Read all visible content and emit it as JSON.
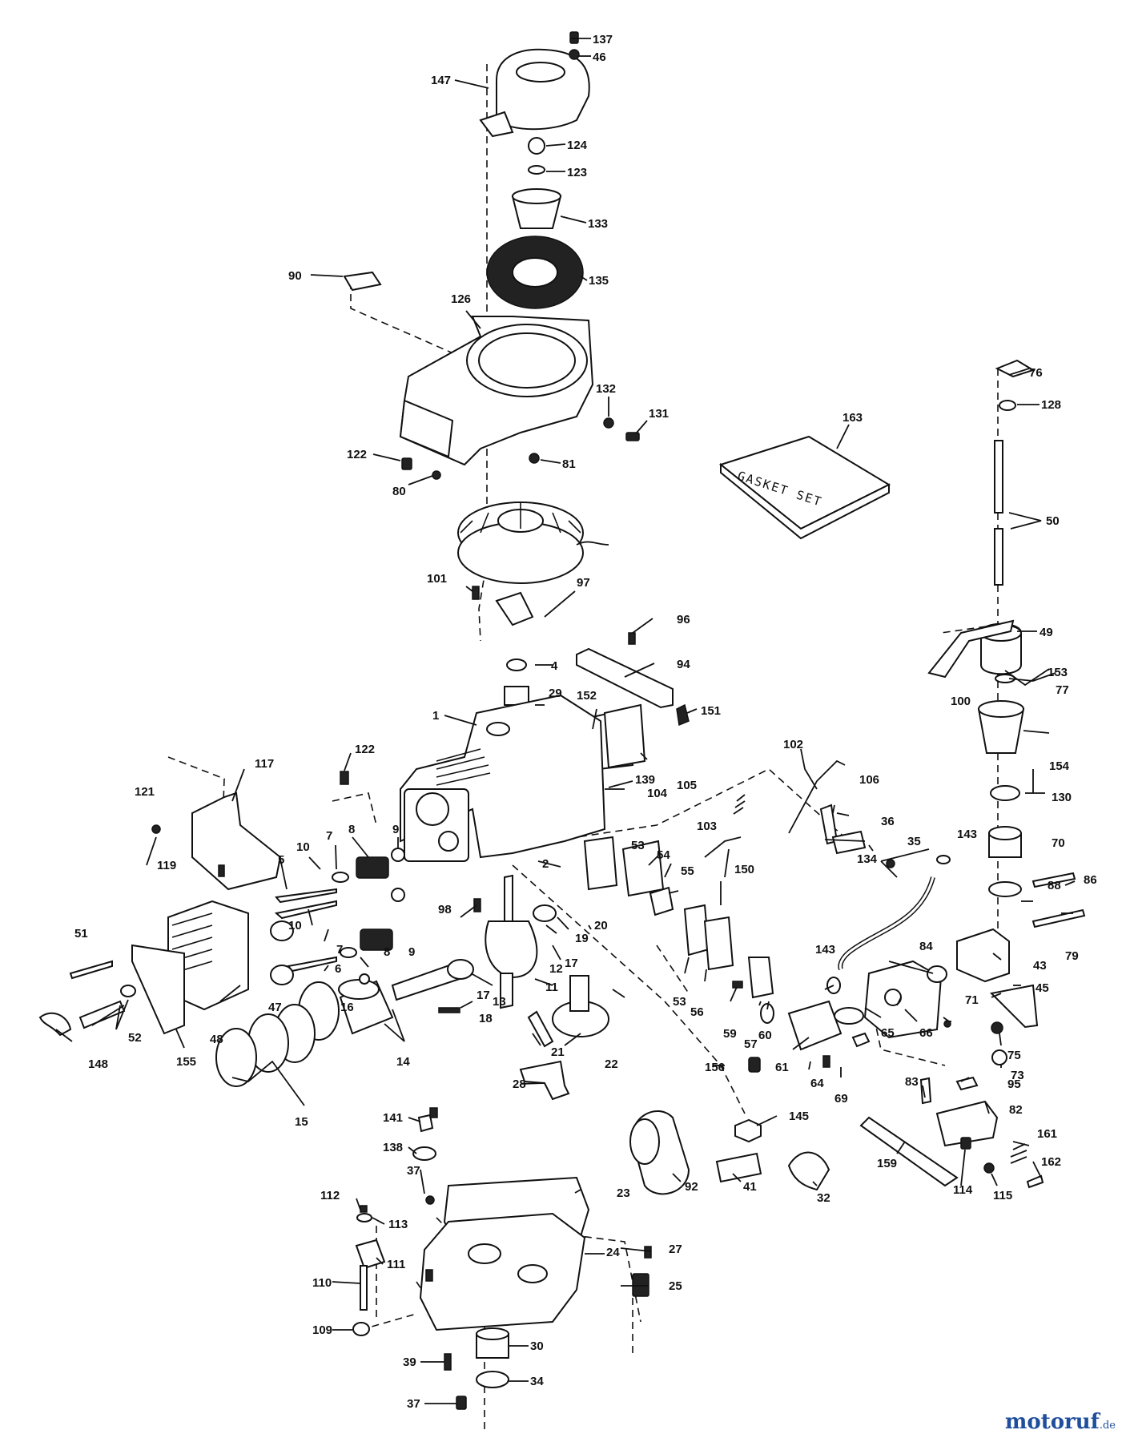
{
  "gasket_set_label": "GASKET SET",
  "watermark": {
    "brand": "motoruf",
    "tld": ".de"
  },
  "colors": {
    "line": "#111111",
    "background": "#ffffff",
    "watermark": "#1f4e9c"
  },
  "callouts": [
    {
      "id": "137",
      "text": "137"
    },
    {
      "id": "46",
      "text": "46"
    },
    {
      "id": "147",
      "text": "147"
    },
    {
      "id": "124",
      "text": "124"
    },
    {
      "id": "123",
      "text": "123"
    },
    {
      "id": "133",
      "text": "133"
    },
    {
      "id": "90",
      "text": "90"
    },
    {
      "id": "135",
      "text": "135"
    },
    {
      "id": "126",
      "text": "126"
    },
    {
      "id": "132",
      "text": "132"
    },
    {
      "id": "131",
      "text": "131"
    },
    {
      "id": "122a",
      "text": "122"
    },
    {
      "id": "81",
      "text": "81"
    },
    {
      "id": "80",
      "text": "80"
    },
    {
      "id": "163",
      "text": "163"
    },
    {
      "id": "76",
      "text": "76"
    },
    {
      "id": "128",
      "text": "128"
    },
    {
      "id": "50",
      "text": "50"
    },
    {
      "id": "101",
      "text": "101"
    },
    {
      "id": "97",
      "text": "97"
    },
    {
      "id": "96",
      "text": "96"
    },
    {
      "id": "49",
      "text": "49"
    },
    {
      "id": "4",
      "text": "4"
    },
    {
      "id": "94",
      "text": "94"
    },
    {
      "id": "153",
      "text": "153"
    },
    {
      "id": "29",
      "text": "29"
    },
    {
      "id": "152",
      "text": "152"
    },
    {
      "id": "151",
      "text": "151"
    },
    {
      "id": "102",
      "text": "102"
    },
    {
      "id": "100",
      "text": "100"
    },
    {
      "id": "77",
      "text": "77"
    },
    {
      "id": "1",
      "text": "1"
    },
    {
      "id": "117",
      "text": "117"
    },
    {
      "id": "122b",
      "text": "122"
    },
    {
      "id": "139",
      "text": "139"
    },
    {
      "id": "104",
      "text": "104"
    },
    {
      "id": "154",
      "text": "154"
    },
    {
      "id": "121",
      "text": "121"
    },
    {
      "id": "105",
      "text": "105"
    },
    {
      "id": "106",
      "text": "106"
    },
    {
      "id": "130",
      "text": "130"
    },
    {
      "id": "36",
      "text": "36"
    },
    {
      "id": "103",
      "text": "103"
    },
    {
      "id": "35",
      "text": "35"
    },
    {
      "id": "143a",
      "text": "143"
    },
    {
      "id": "70",
      "text": "70"
    },
    {
      "id": "119",
      "text": "119"
    },
    {
      "id": "10a",
      "text": "10"
    },
    {
      "id": "7a",
      "text": "7"
    },
    {
      "id": "8a",
      "text": "8"
    },
    {
      "id": "9a",
      "text": "9"
    },
    {
      "id": "5",
      "text": "5"
    },
    {
      "id": "2",
      "text": "2"
    },
    {
      "id": "53a",
      "text": "53"
    },
    {
      "id": "54",
      "text": "54"
    },
    {
      "id": "150",
      "text": "150"
    },
    {
      "id": "55",
      "text": "55"
    },
    {
      "id": "88",
      "text": "88"
    },
    {
      "id": "86",
      "text": "86"
    },
    {
      "id": "134",
      "text": "134"
    },
    {
      "id": "98",
      "text": "98"
    },
    {
      "id": "51",
      "text": "51"
    },
    {
      "id": "10b",
      "text": "10"
    },
    {
      "id": "19",
      "text": "19"
    },
    {
      "id": "20",
      "text": "20"
    },
    {
      "id": "79",
      "text": "79"
    },
    {
      "id": "7b",
      "text": "7"
    },
    {
      "id": "8b",
      "text": "8"
    },
    {
      "id": "9b",
      "text": "9"
    },
    {
      "id": "84",
      "text": "84"
    },
    {
      "id": "143b",
      "text": "143"
    },
    {
      "id": "17a",
      "text": "17"
    },
    {
      "id": "12",
      "text": "12"
    },
    {
      "id": "43",
      "text": "43"
    },
    {
      "id": "6",
      "text": "6"
    },
    {
      "id": "11",
      "text": "11"
    },
    {
      "id": "47",
      "text": "47"
    },
    {
      "id": "16",
      "text": "16"
    },
    {
      "id": "17b",
      "text": "17"
    },
    {
      "id": "13",
      "text": "13"
    },
    {
      "id": "53b",
      "text": "53"
    },
    {
      "id": "56",
      "text": "56"
    },
    {
      "id": "71",
      "text": "71"
    },
    {
      "id": "45",
      "text": "45"
    },
    {
      "id": "52",
      "text": "52"
    },
    {
      "id": "48",
      "text": "48"
    },
    {
      "id": "18",
      "text": "18"
    },
    {
      "id": "59",
      "text": "59"
    },
    {
      "id": "57",
      "text": "57"
    },
    {
      "id": "60",
      "text": "60"
    },
    {
      "id": "65",
      "text": "65"
    },
    {
      "id": "66",
      "text": "66"
    },
    {
      "id": "75",
      "text": "75"
    },
    {
      "id": "148",
      "text": "148"
    },
    {
      "id": "155",
      "text": "155"
    },
    {
      "id": "21",
      "text": "21"
    },
    {
      "id": "22",
      "text": "22"
    },
    {
      "id": "61",
      "text": "61"
    },
    {
      "id": "14",
      "text": "14"
    },
    {
      "id": "156",
      "text": "156"
    },
    {
      "id": "64",
      "text": "64"
    },
    {
      "id": "73",
      "text": "73"
    },
    {
      "id": "69",
      "text": "69"
    },
    {
      "id": "83",
      "text": "83"
    },
    {
      "id": "95",
      "text": "95"
    },
    {
      "id": "28",
      "text": "28"
    },
    {
      "id": "15",
      "text": "15"
    },
    {
      "id": "82",
      "text": "82"
    },
    {
      "id": "141",
      "text": "141"
    },
    {
      "id": "145",
      "text": "145"
    },
    {
      "id": "138",
      "text": "138"
    },
    {
      "id": "161",
      "text": "161"
    },
    {
      "id": "159",
      "text": "159"
    },
    {
      "id": "162",
      "text": "162"
    },
    {
      "id": "37a",
      "text": "37"
    },
    {
      "id": "114",
      "text": "114"
    },
    {
      "id": "115",
      "text": "115"
    },
    {
      "id": "92",
      "text": "92"
    },
    {
      "id": "41",
      "text": "41"
    },
    {
      "id": "32",
      "text": "32"
    },
    {
      "id": "112",
      "text": "112"
    },
    {
      "id": "23",
      "text": "23"
    },
    {
      "id": "113",
      "text": "113"
    },
    {
      "id": "27",
      "text": "27"
    },
    {
      "id": "24",
      "text": "24"
    },
    {
      "id": "111",
      "text": "111"
    },
    {
      "id": "110",
      "text": "110"
    },
    {
      "id": "25",
      "text": "25"
    },
    {
      "id": "109",
      "text": "109"
    },
    {
      "id": "30",
      "text": "30"
    },
    {
      "id": "39",
      "text": "39"
    },
    {
      "id": "34",
      "text": "34"
    },
    {
      "id": "37b",
      "text": "37"
    }
  ]
}
